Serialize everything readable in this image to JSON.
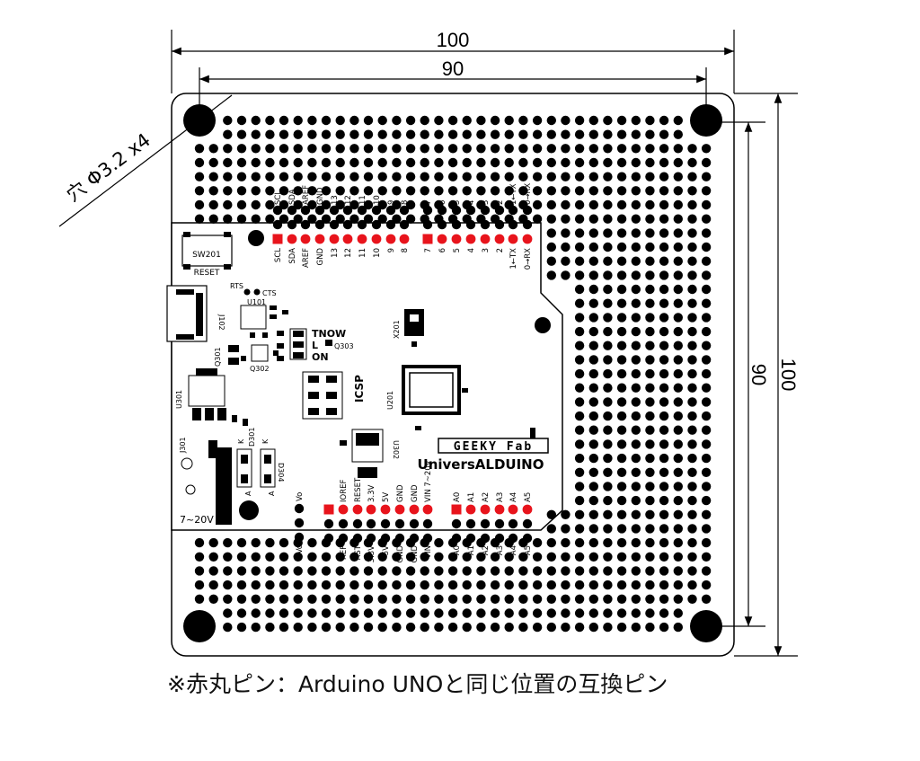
{
  "dimensions": {
    "outer_width": "100",
    "hole_pitch_width": "90",
    "hole_pitch_height": "90",
    "outer_height": "100",
    "hole_spec": "穴 Φ3.2 x4"
  },
  "board": {
    "brand": "GEEKY Fab",
    "name": "UniversALDUINO",
    "power_label": "7~20V",
    "reset_label": "RESET",
    "icsp_label": "ICSP",
    "refs": [
      "SW201",
      "U101",
      "J102",
      "Q301",
      "Q302",
      "Q303",
      "U301",
      "J301",
      "D301",
      "D304",
      "U302",
      "U201",
      "X201",
      "RTS",
      "CTS"
    ],
    "led_labels": [
      "TNOW",
      "L",
      "ON"
    ],
    "diode_marks": [
      "K",
      "K",
      "A",
      "A"
    ]
  },
  "header_top": {
    "left_labels": [
      "SCL",
      "SDA",
      "AREF",
      "GND",
      "13",
      "12",
      "11",
      "10",
      "9",
      "8"
    ],
    "right_labels": [
      "7",
      "6",
      "5",
      "4",
      "3",
      "2",
      "1←TX",
      "0→RX"
    ]
  },
  "header_bottom": {
    "vo_label": "Vo",
    "power_labels": [
      "IOREF",
      "RESET",
      "3.3V",
      "5V",
      "GND",
      "GND",
      "VIN 7~20V"
    ],
    "power_labels_lower": [
      "REF",
      "RST",
      "3.3V",
      "5V",
      "GND",
      "GND",
      "VIN"
    ],
    "analog_labels": [
      "A0",
      "A1",
      "A2",
      "A3",
      "A4",
      "A5"
    ]
  },
  "legend": {
    "text": "※赤丸ピン：Arduino UNOと同じ位置の互換ピン"
  },
  "colors": {
    "compat_pin": "#e8141c",
    "hole": "#000000",
    "outline": "#000000"
  }
}
